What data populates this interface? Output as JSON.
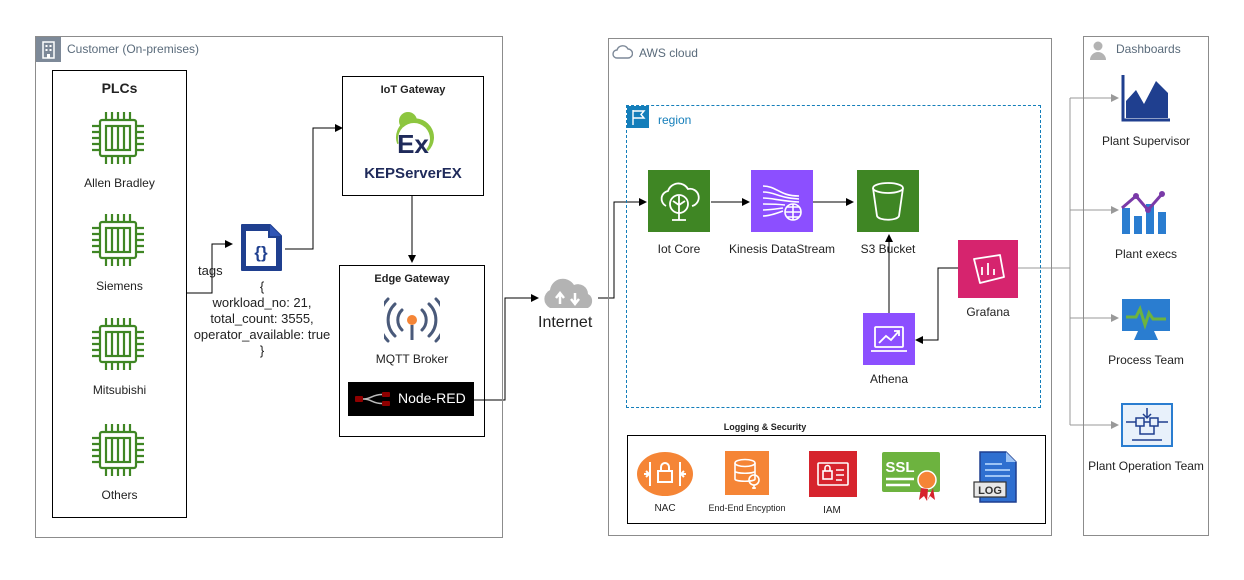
{
  "customer": {
    "title": "Customer (On-premises)",
    "plcs": {
      "title": "PLCs",
      "items": [
        {
          "label": "Allen Bradley"
        },
        {
          "label": "Siemens"
        },
        {
          "label": "Mitsubishi"
        },
        {
          "label": "Others"
        }
      ]
    },
    "tags_label": "tags",
    "payload_lines": [
      "{",
      "workload_no: 21,",
      "total_count: 3555,",
      "operator_available: true",
      "}"
    ],
    "iot_gateway": {
      "title": "IoT Gateway",
      "product": "KEPServerEX",
      "logo_text": "Ex"
    },
    "edge_gateway": {
      "title": "Edge Gateway",
      "broker_label": "MQTT Broker",
      "nodered_label": "Node-RED"
    }
  },
  "internet_label": "Internet",
  "aws": {
    "title": "AWS cloud",
    "region_label": "region",
    "services": [
      {
        "label": "Iot Core",
        "color": "#3f8624"
      },
      {
        "label": "Kinesis DataStream",
        "color": "#8c4fff"
      },
      {
        "label": "S3 Bucket",
        "color": "#3f8624"
      },
      {
        "label": "Grafana",
        "color": "#d6246e"
      },
      {
        "label": "Athena",
        "color": "#8c4fff"
      }
    ],
    "logging": {
      "title": "Logging & Security",
      "items": [
        {
          "label": "NAC"
        },
        {
          "label": "End-End Encyption"
        },
        {
          "label": "IAM"
        },
        {
          "label": ""
        },
        {
          "label": ""
        }
      ],
      "ssl_text": "SSL",
      "log_text": "LOG"
    }
  },
  "dashboards": {
    "title": "Dashboards",
    "items": [
      {
        "label": "Plant Supervisor"
      },
      {
        "label": "Plant execs"
      },
      {
        "label": "Process Team"
      },
      {
        "label": "Plant Operation Team"
      }
    ]
  },
  "colors": {
    "plc_green": "#3f8624",
    "aws_blue": "#147eba",
    "kepware_navy": "#1f2a5a",
    "dashboard_navy": "#1f3f8f",
    "orange": "#f58536",
    "red": "#d6242d"
  }
}
